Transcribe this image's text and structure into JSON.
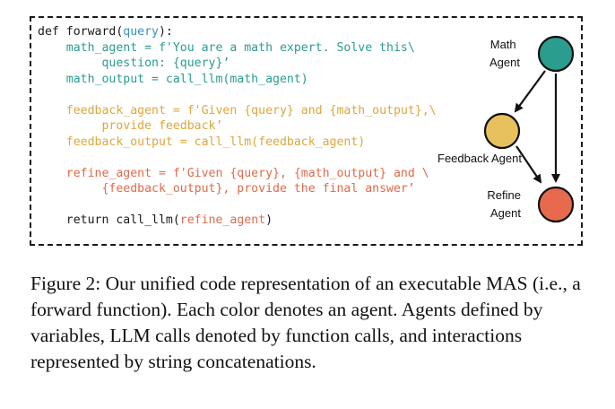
{
  "code": {
    "lines": [
      [
        {
          "t": "def forward(",
          "c": "black"
        },
        {
          "t": "query",
          "c": "blue"
        },
        {
          "t": "):",
          "c": "black"
        }
      ],
      [
        {
          "t": "    math_agent = f'You are a math expert. Solve this\\",
          "c": "teal"
        }
      ],
      [
        {
          "t": "         question: {query}’",
          "c": "teal"
        }
      ],
      [
        {
          "t": "    math_output = call_llm(math_agent)",
          "c": "teal"
        }
      ],
      [
        {
          "t": "",
          "c": "black"
        }
      ],
      [
        {
          "t": "    feedback_agent = f'Given {query} and {math_output},\\",
          "c": "gold"
        }
      ],
      [
        {
          "t": "         provide feedback’",
          "c": "gold"
        }
      ],
      [
        {
          "t": "    feedback_output = call_llm(feedback_agent)",
          "c": "gold"
        }
      ],
      [
        {
          "t": "",
          "c": "black"
        }
      ],
      [
        {
          "t": "    refine_agent = f'Given {query}, {math_output} and \\",
          "c": "red"
        }
      ],
      [
        {
          "t": "         {feedback_output}, provide the final answer’",
          "c": "red"
        }
      ],
      [
        {
          "t": "",
          "c": "black"
        }
      ],
      [
        {
          "t": "    return call_llm(",
          "c": "black"
        },
        {
          "t": "refine_agent",
          "c": "red"
        },
        {
          "t": ")",
          "c": "black"
        }
      ]
    ]
  },
  "graph": {
    "nodes": [
      {
        "id": "math",
        "label_lines": [
          "Math",
          "Agent"
        ],
        "color": "#2a9d8f"
      },
      {
        "id": "feedback",
        "label_lines": [
          "Feedback Agent"
        ],
        "color": "#e8c15f"
      },
      {
        "id": "refine",
        "label_lines": [
          "Refine",
          "Agent"
        ],
        "color": "#e86a4e"
      }
    ]
  },
  "caption": "Figure 2: Our unified code representation of an executable MAS (i.e., a forward function). Each color denotes an agent. Agents defined by variables, LLM calls denoted by function calls, and interactions represented by string concatenations."
}
